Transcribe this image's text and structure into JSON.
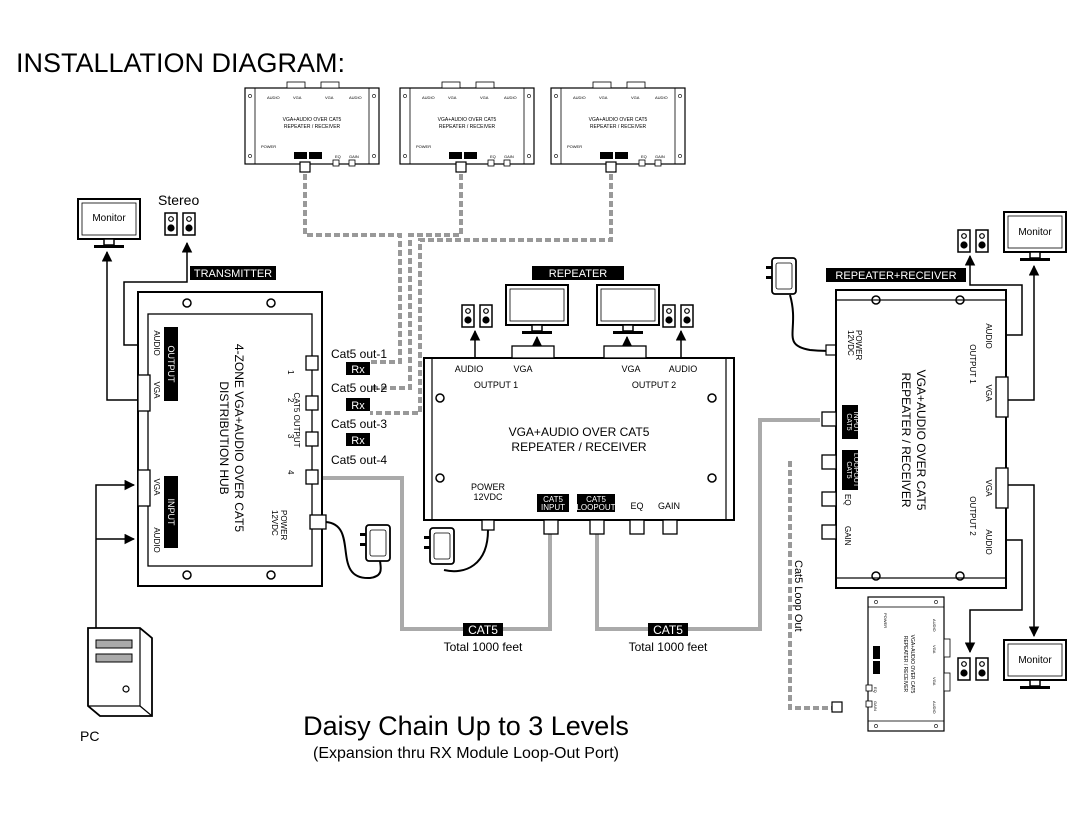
{
  "title": "INSTALLATION DIAGRAM:",
  "footer": {
    "main": "Daisy Chain Up to 3 Levels",
    "sub": "(Expansion thru RX Module Loop-Out Port)"
  },
  "labels": {
    "monitor": "Monitor",
    "stereo": "Stereo",
    "transmitter": "TRANSMITTER",
    "repeater": "REPEATER",
    "repeater_receiver": "REPEATER+RECEIVER",
    "pc": "PC",
    "rx": "Rx",
    "cat5": "CAT5",
    "total": "Total 1000 feet",
    "loop_out": "Cat5 Loop Out"
  },
  "hub": {
    "line1": "4-ZONE VGA+AUDIO OVER CAT5",
    "line2": "DISTRIBUTION HUB",
    "output": "OUTPUT",
    "input": "INPUT",
    "audio": "AUDIO",
    "vga": "VGA",
    "cat5_output": "CAT5 OUTPUT",
    "power": "POWER",
    "power_v": "12VDC",
    "ports": [
      "1",
      "2",
      "3",
      "4"
    ],
    "outs": [
      "Cat5 out-1",
      "Cat5 out-2",
      "Cat5 out-3",
      "Cat5 out-4"
    ]
  },
  "repeater": {
    "line1": "VGA+AUDIO OVER CAT5",
    "line2": "REPEATER / RECEIVER",
    "audio": "AUDIO",
    "vga": "VGA",
    "output1": "OUTPUT 1",
    "output2": "OUTPUT 2",
    "power": "POWER",
    "power_v": "12VDC",
    "cat5": "CAT5",
    "input": "INPUT",
    "loopout": "LOOPOUT",
    "eq": "EQ",
    "gain": "GAIN"
  }
}
